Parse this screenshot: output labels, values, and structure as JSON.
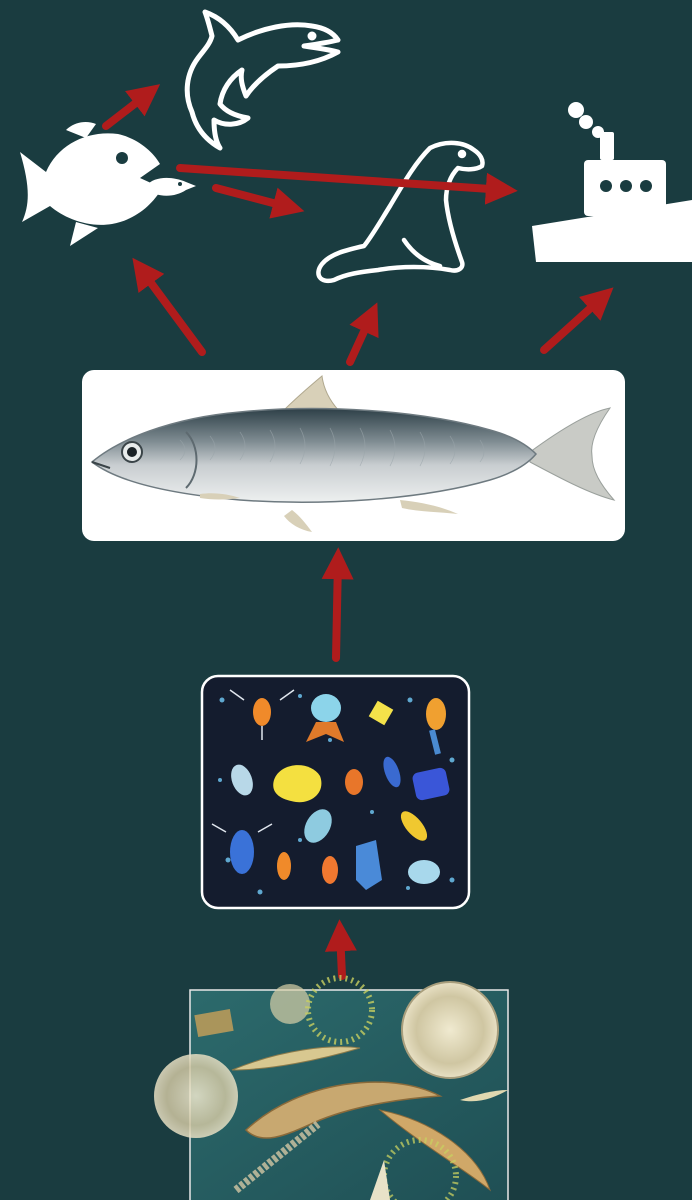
{
  "diagram": {
    "type": "marine-food-web",
    "nodes": [
      {
        "id": "shark",
        "icon": "shark-icon",
        "kind": "silhouette"
      },
      {
        "id": "predatory-fish",
        "icon": "predatory-fish-icon",
        "kind": "silhouette"
      },
      {
        "id": "seal",
        "icon": "seal-icon",
        "kind": "outline"
      },
      {
        "id": "fishing-boat",
        "icon": "fishing-boat-icon",
        "kind": "silhouette"
      },
      {
        "id": "herring",
        "icon": "herring-illustration",
        "kind": "illustration"
      },
      {
        "id": "zooplankton",
        "icon": "zooplankton-illustration",
        "kind": "illustration"
      },
      {
        "id": "phytoplankton",
        "icon": "phytoplankton-micrograph",
        "kind": "photo"
      }
    ],
    "edges": [
      {
        "from": "predatory-fish",
        "to": "shark"
      },
      {
        "from": "predatory-fish",
        "to": "seal"
      },
      {
        "from": "predatory-fish",
        "to": "fishing-boat"
      },
      {
        "from": "herring",
        "to": "predatory-fish"
      },
      {
        "from": "herring",
        "to": "seal"
      },
      {
        "from": "herring",
        "to": "fishing-boat"
      },
      {
        "from": "zooplankton",
        "to": "herring"
      },
      {
        "from": "phytoplankton",
        "to": "zooplankton"
      }
    ],
    "colors": {
      "background": "#1a3c40",
      "arrow": "#b01c1c",
      "icon": "#ffffff"
    }
  }
}
